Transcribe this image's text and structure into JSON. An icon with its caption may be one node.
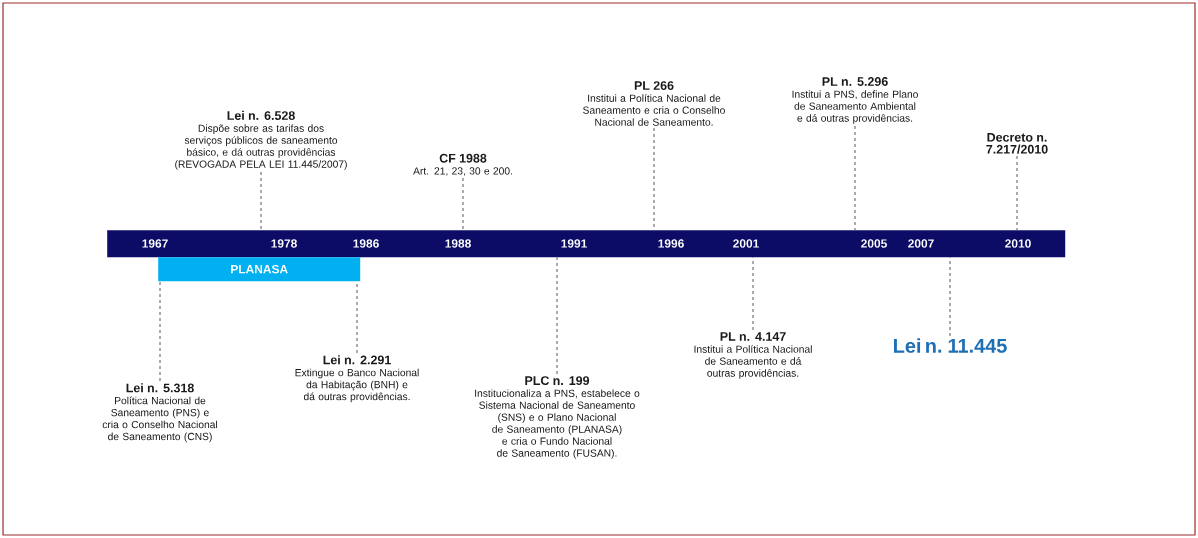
{
  "diagram": {
    "nodes": [
      {
        "text": [
          "1967",
          "1978",
          "1986",
          "1988",
          "1991",
          "1996",
          "2001",
          "2005",
          "2007",
          "2010"
        ]
      },
      {
        "text": [
          "PLANASA"
        ]
      },
      {
        "text": [
          "Lei n. 6.528",
          "Dispõe sobre as tarifas dos serviços públicos de saneamento básico, e dá outras providências (REVOGADA PELA LEI 11.445/2007)"
        ]
      },
      {
        "text": [
          "CF 1988",
          "Art. 21, 23, 30 e 200."
        ]
      },
      {
        "text": [
          "PL 266",
          "Institui a Política Nacional de Saneamento e cria o Conselho Nacional de Saneamento."
        ]
      },
      {
        "text": [
          "PL n. 5.296",
          "Institui a PNS, define Plano de Saneamento Ambiental e dá outras providências."
        ]
      },
      {
        "text": [
          "Decreto n. 7.217/2010"
        ]
      },
      {
        "text": [
          "Lei n. 5.318",
          "Política Nacional de Saneamento (PNS) e cria o Conselho Nacional de Saneamento (CNS)"
        ]
      },
      {
        "text": [
          "Lei n. 2.291",
          "Extingue o Banco Nacional da Habitação (BNH) e dá outras providências."
        ]
      },
      {
        "text": [
          "PLC n. 199",
          "Institucionaliza a PNS, estabelece o Sistema Nacional de Saneamento (SNS) e o Plano Nacional de Saneamento (PLANASA) e cria o Fundo Nacional de Saneamento (FUSAN)."
        ]
      },
      {
        "text": [
          "PL n. 4.147",
          "Institui a Política Nacional de Saneamento e dá outras providências."
        ]
      },
      {
        "text": [
          "Lei n. 11.445"
        ]
      }
    ],
    "edges": [
      {
        "from": 2,
        "to": 0,
        "arrow": "none",
        "style": "dashed"
      },
      {
        "from": 3,
        "to": 0,
        "arrow": "none",
        "style": "dashed"
      },
      {
        "from": 4,
        "to": 0,
        "arrow": "none",
        "style": "dashed"
      },
      {
        "from": 5,
        "to": 0,
        "arrow": "none",
        "style": "dashed"
      },
      {
        "from": 6,
        "to": 0,
        "arrow": "none",
        "style": "dashed"
      },
      {
        "from": 7,
        "to": 1,
        "arrow": "none",
        "style": "dashed"
      },
      {
        "from": 8,
        "to": 1,
        "arrow": "none",
        "style": "dashed"
      },
      {
        "from": 9,
        "to": 0,
        "arrow": "none",
        "style": "dashed"
      },
      {
        "from": 10,
        "to": 0,
        "arrow": "none",
        "style": "dashed"
      },
      {
        "from": 11,
        "to": 0,
        "arrow": "none",
        "style": "dashed"
      }
    ]
  }
}
